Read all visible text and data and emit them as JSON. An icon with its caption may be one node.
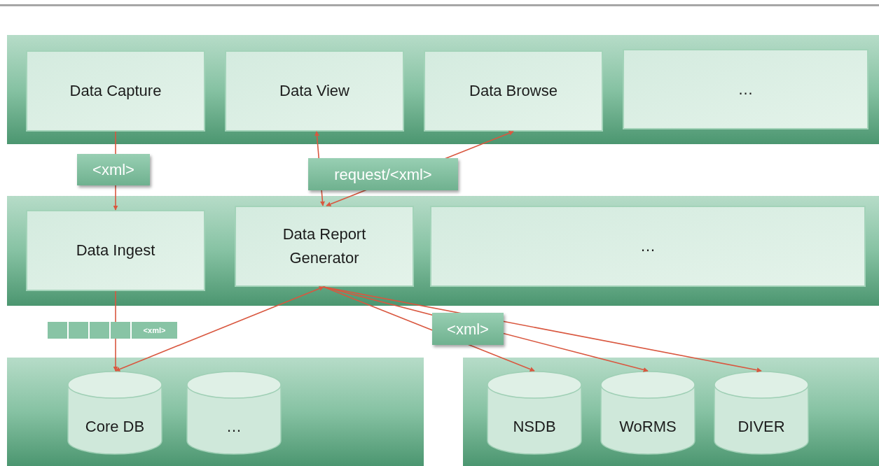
{
  "diagram": {
    "nodes": [
      {
        "text": [],
        "shape": "band"
      },
      {
        "text": [
          "Data Capture"
        ],
        "in": 0
      },
      {
        "text": [
          "Data View"
        ],
        "in": 0
      },
      {
        "text": [
          "Data Browse"
        ],
        "in": 0
      },
      {
        "text": [
          "…"
        ],
        "in": 0
      },
      {
        "text": [],
        "shape": "band"
      },
      {
        "text": [
          "Data Ingest"
        ],
        "in": 5
      },
      {
        "text": [
          "Data Report Generator"
        ],
        "in": 5
      },
      {
        "text": [
          "…"
        ],
        "in": 5
      },
      {
        "text": [],
        "shape": "band"
      },
      {
        "text": [
          "Core DB"
        ],
        "in": 9
      },
      {
        "text": [
          "…"
        ],
        "in": 9
      },
      {
        "text": [],
        "shape": "band"
      },
      {
        "text": [
          "NSDB"
        ],
        "in": 12
      },
      {
        "text": [
          "WoRMS"
        ],
        "in": 12
      },
      {
        "text": [
          "DIVER"
        ],
        "in": 12
      }
    ],
    "edges": [
      {
        "from": 1,
        "to": 6,
        "arrow": "to",
        "label": "<xml>"
      },
      {
        "from": 7,
        "to": 2,
        "arrow": "both",
        "label": "request/<xml>"
      },
      {
        "from": 7,
        "to": 3,
        "arrow": "both"
      },
      {
        "from": 6,
        "to": 10,
        "arrow": "to",
        "label": "<xml>"
      },
      {
        "from": 7,
        "to": 10,
        "arrow": "both"
      },
      {
        "from": 7,
        "to": 13,
        "arrow": "to",
        "label": "<xml>"
      },
      {
        "from": 7,
        "to": 14,
        "arrow": "to"
      },
      {
        "from": 7,
        "to": 15,
        "arrow": "to"
      }
    ]
  }
}
